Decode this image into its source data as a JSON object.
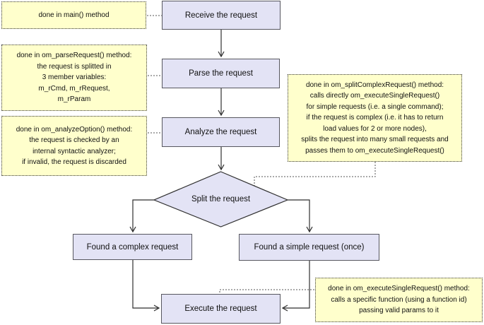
{
  "diagram": {
    "type": "flowchart",
    "colors": {
      "node_fill": "#e3e3f5",
      "node_border": "#57575f",
      "note_fill": "#ffffcc",
      "note_border": "#333333",
      "solid_connector": "#2f2f2f",
      "dotted_connector": "#555555",
      "background": "#ffffff"
    },
    "nodes": {
      "receive": {
        "label": "Receive the request"
      },
      "parse": {
        "label": "Parse the request"
      },
      "analyze": {
        "label": "Analyze the request"
      },
      "split": {
        "label": "Split the request"
      },
      "complex": {
        "label": "Found a complex request"
      },
      "simple": {
        "label": "Found a simple request (once)"
      },
      "execute": {
        "label": "Execute the request"
      }
    },
    "notes": {
      "main": {
        "text": "done in main() method"
      },
      "parse": {
        "text": "done in om_parseRequest() method:\nthe request is splitted in\n3 member variables:\nm_rCmd, m_rRequest,\nm_rParam"
      },
      "analyze": {
        "text": "done in om_analyzeOption() method:\nthe request is checked by an\ninternal syntactic analyzer;\nif invalid, the request is discarded"
      },
      "split": {
        "text": "done in om_splitComplexRequest() method:\ncalls directly om_executeSingleRequest()\nfor simple requests (i.e. a single command);\nif the request is complex (i.e. it has to return\nload values for 2 or more nodes),\nsplits the request into many small requests and\npasses them to om_executeSingleRequest()"
      },
      "execute": {
        "text": "done in om_executeSingleRequest() method:\ncalls a specific function (using a function id)\npassing valid params to it"
      }
    }
  }
}
